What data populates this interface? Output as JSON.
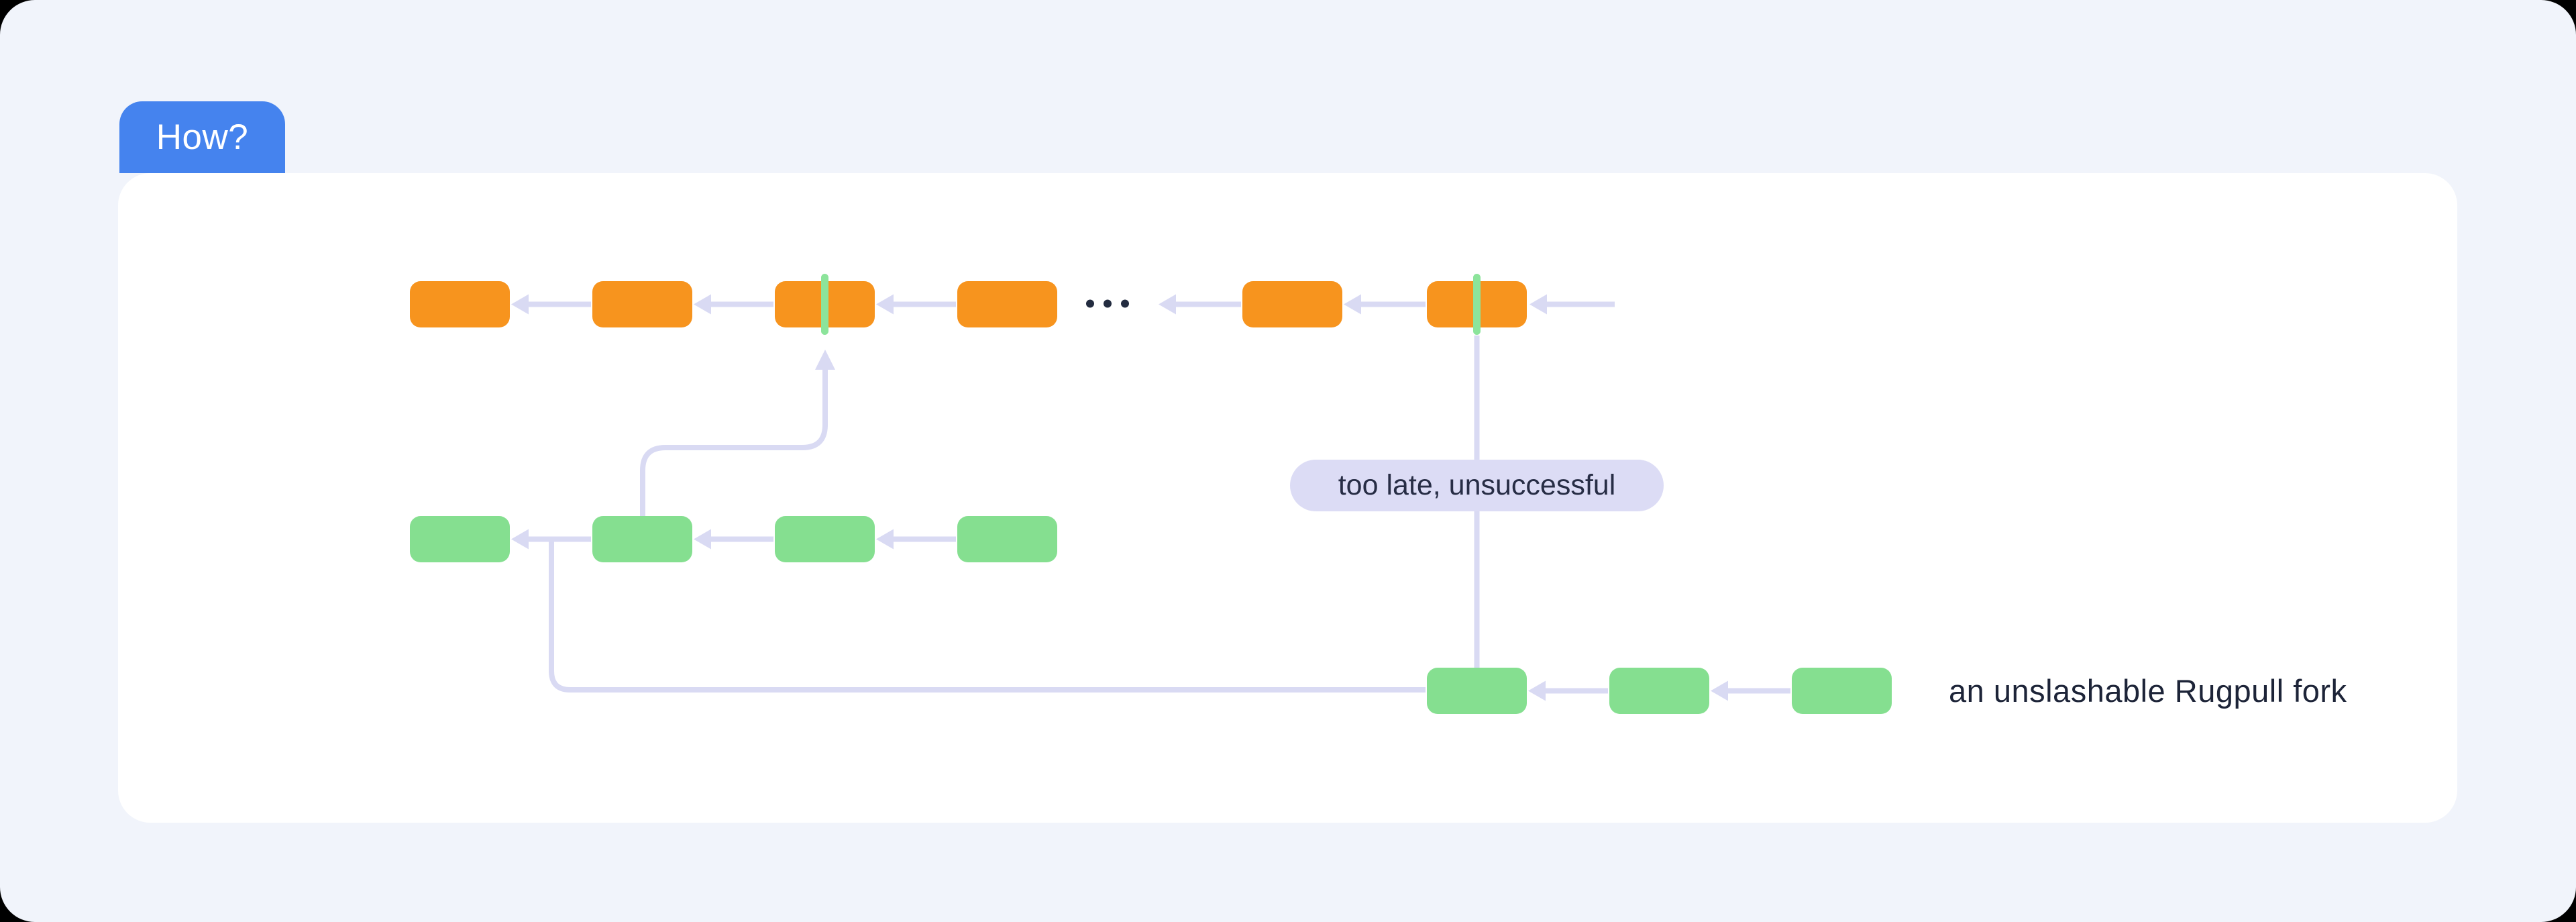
{
  "title_tab": {
    "label": "How?"
  },
  "annotations": {
    "pill_label": "too late, unsuccessful",
    "fork_label": "an unslashable Rugpull fork"
  },
  "icons": {
    "bitcoin": "bitcoin-icon",
    "rugpull": "rugpull-slip-icon"
  },
  "colors": {
    "accent_blue": "#4583ee",
    "bitcoin_orange": "#f7941e",
    "fork_green": "#85df90",
    "checkpoint_green": "#8ce49b",
    "connector_lavender": "#d9daf3",
    "pill_bg": "#dcdcf5",
    "pill_text": "#272d45",
    "label_dark": "#1d2438",
    "ellipsis_dark": "#232c40",
    "page_bg": "#f1f4fb",
    "card_bg": "#ffffff"
  },
  "diagram": {
    "bitcoin_chain": {
      "name": "bitcoin-chain",
      "block_count": 6,
      "checkpoint_indices": [
        2,
        5
      ],
      "ellipsis_after_index": 3,
      "ellipsis_dots": 3,
      "trailing_arrow": true
    },
    "rugpull_chain": {
      "name": "rugpull-fork-chain",
      "block_count": 4,
      "fork_arrow_to": "bitcoin-block-3"
    },
    "late_fork_chain": {
      "name": "late-rugpull-fork-chain",
      "block_count": 3,
      "linked_from": "rugpull-chain",
      "attempt_target": "bitcoin-block-6"
    }
  }
}
